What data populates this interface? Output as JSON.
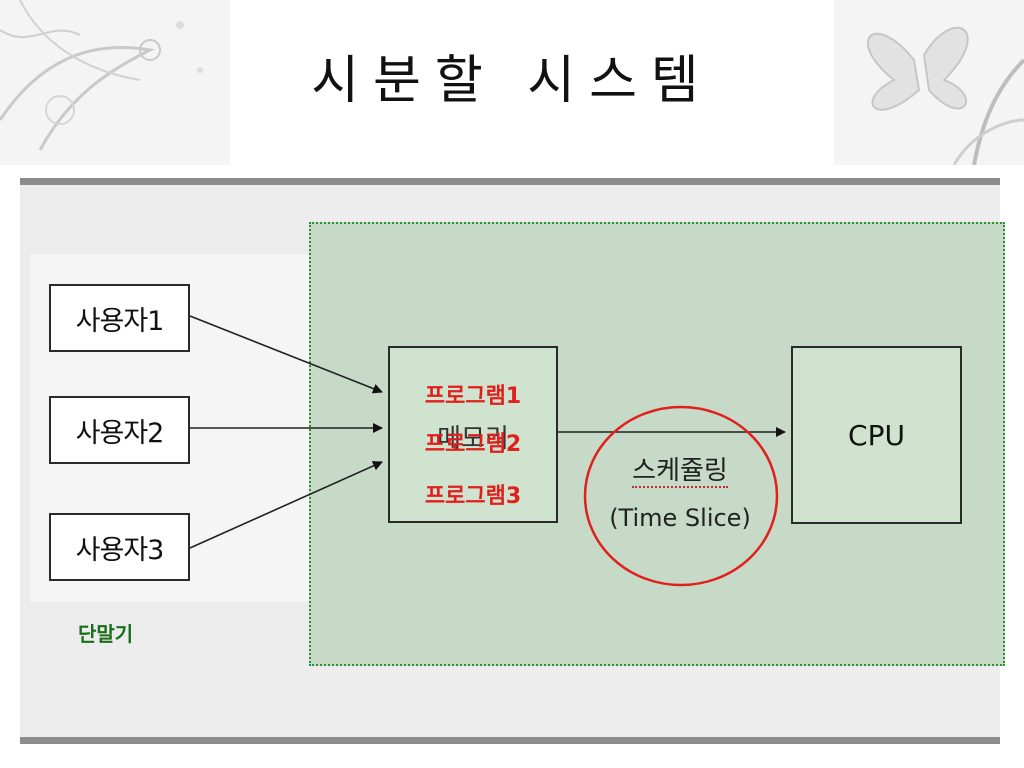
{
  "title": "시분할 시스템",
  "users": [
    {
      "label": "사용자1"
    },
    {
      "label": "사용자2"
    },
    {
      "label": "사용자3"
    }
  ],
  "terminal_label": "단말기",
  "memory": {
    "label": "메모리",
    "programs": [
      "프로그램1",
      "프로그램2",
      "프로그램3"
    ]
  },
  "scheduling": {
    "label": "스케쥴링",
    "sublabel": "(Time Slice)"
  },
  "cpu_label": "CPU",
  "colors": {
    "program_text": "#e0201c",
    "highlight_circle": "#e0201c",
    "terminal_text": "#1a6e1a",
    "zone_border": "#1c8a1c"
  }
}
